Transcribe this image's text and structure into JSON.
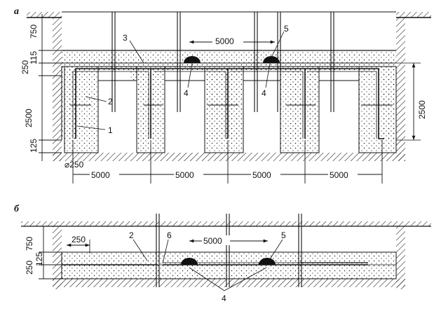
{
  "panels": {
    "a": {
      "letter": "а",
      "dims": {
        "h_top": "750",
        "h_115": "115",
        "h_250": "250",
        "h_2500": "2500",
        "h_125": "125",
        "pitch_top": "5000",
        "right_2500": "2500",
        "dia": "⌀250",
        "spans": [
          "5000",
          "5000",
          "5000",
          "5000"
        ]
      },
      "callouts": {
        "n1": "1",
        "n2": "2",
        "n3": "3",
        "n4a": "4",
        "n4b": "4",
        "n5": "5"
      }
    },
    "b": {
      "letter": "б",
      "dims": {
        "h_750": "750",
        "h_250": "250",
        "h_125": "125",
        "left_250": "250",
        "pitch": "5000"
      },
      "callouts": {
        "n2": "2",
        "n6": "6",
        "n5": "5",
        "n4": "4"
      }
    }
  },
  "colors": {
    "ink": "#111111",
    "fill": "#ffffff"
  }
}
